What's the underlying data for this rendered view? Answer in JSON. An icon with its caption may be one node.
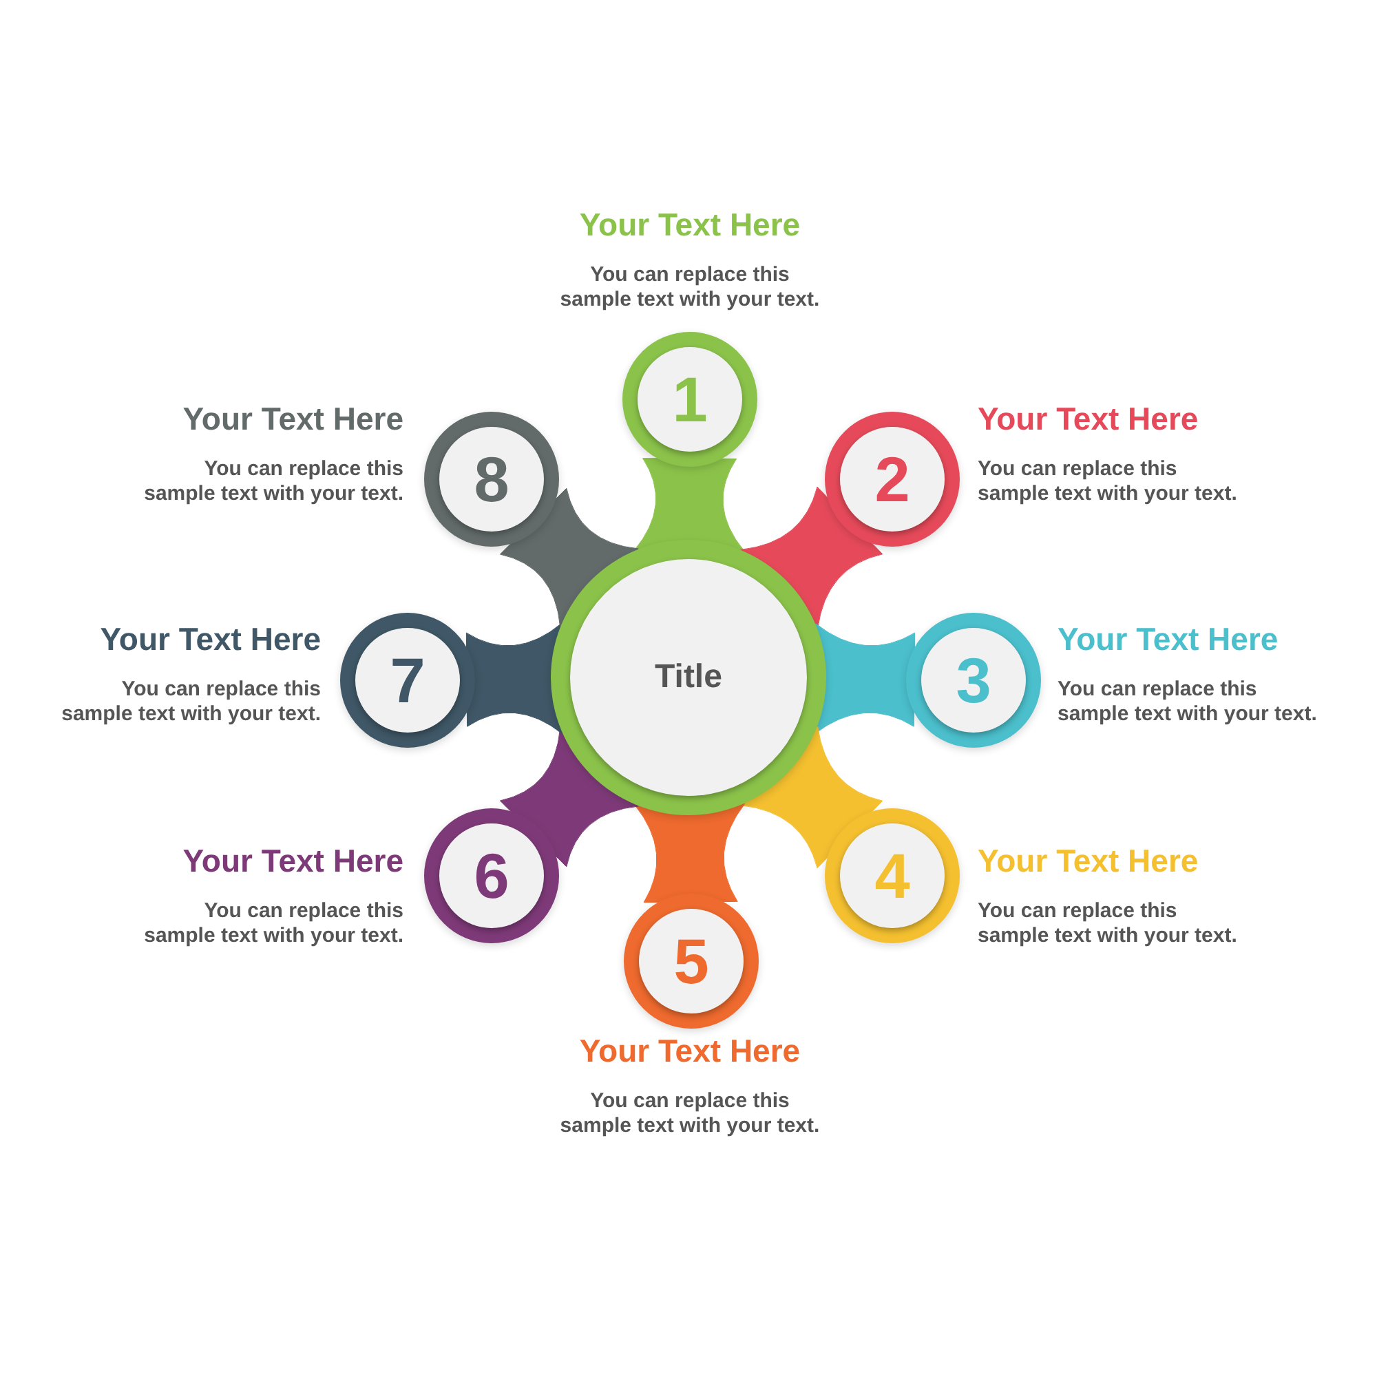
{
  "diagram": {
    "nodes": [
      {
        "text": [
          "Title"
        ]
      },
      {
        "text": [
          "1"
        ],
        "beside": [
          "Your Text Here",
          "You can replace this sample text with your text."
        ]
      },
      {
        "text": [
          "2"
        ],
        "beside": [
          "Your Text Here",
          "You can replace this sample text with your text."
        ]
      },
      {
        "text": [
          "3"
        ],
        "beside": [
          "Your Text Here",
          "You can replace this sample text with your text."
        ]
      },
      {
        "text": [
          "4"
        ],
        "beside": [
          "Your Text Here",
          "You can replace this sample text with your text."
        ]
      },
      {
        "text": [
          "5"
        ],
        "beside": [
          "Your Text Here",
          "You can replace this sample text with your text."
        ]
      },
      {
        "text": [
          "6"
        ],
        "beside": [
          "Your Text Here",
          "You can replace this sample text with your text."
        ]
      },
      {
        "text": [
          "7"
        ],
        "beside": [
          "Your Text Here",
          "You can replace this sample text with your text."
        ]
      },
      {
        "text": [
          "8"
        ],
        "beside": [
          "Your Text Here",
          "You can replace this sample text with your text."
        ]
      }
    ],
    "edges": [
      {
        "from": 0,
        "to": 1,
        "arrow": "none",
        "color": "#8bc34a"
      },
      {
        "from": 0,
        "to": 2,
        "arrow": "none",
        "color": "#e64a5a"
      },
      {
        "from": 0,
        "to": 3,
        "arrow": "none",
        "color": "#4bbfcc"
      },
      {
        "from": 0,
        "to": 4,
        "arrow": "none",
        "color": "#f4c030"
      },
      {
        "from": 0,
        "to": 5,
        "arrow": "none",
        "color": "#ee6a2e"
      },
      {
        "from": 0,
        "to": 6,
        "arrow": "none",
        "color": "#7e3a78"
      },
      {
        "from": 0,
        "to": 7,
        "arrow": "none",
        "color": "#3f5766"
      },
      {
        "from": 0,
        "to": 8,
        "arrow": "none",
        "color": "#626a6a"
      }
    ]
  }
}
